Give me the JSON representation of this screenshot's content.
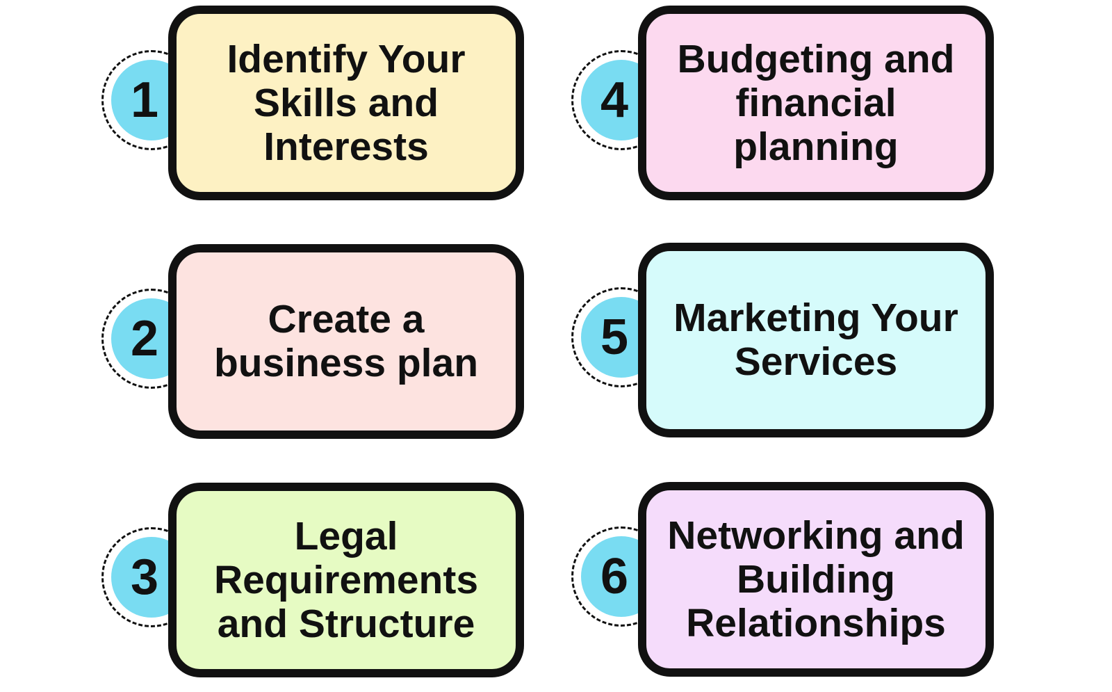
{
  "steps": [
    {
      "number": "1",
      "label": "Identify Your Skills and Interests",
      "color": "#fdf1c3"
    },
    {
      "number": "2",
      "label": "Create a business plan",
      "color": "#fde3e0"
    },
    {
      "number": "3",
      "label": "Legal Requirements and Structure",
      "color": "#e6fbc3"
    },
    {
      "number": "4",
      "label": "Budgeting and financial planning",
      "color": "#fcd9ef"
    },
    {
      "number": "5",
      "label": "Marketing Your Services",
      "color": "#d6fbfb"
    },
    {
      "number": "6",
      "label": "Networking and Building Relationships",
      "color": "#f5dcfb"
    }
  ],
  "number_disc_color": "#79dcf2",
  "border_color": "#111111"
}
